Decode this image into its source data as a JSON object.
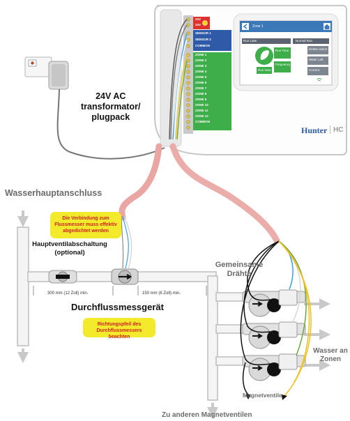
{
  "labels": {
    "transformer": "24V AC\ntransformator/\nplugpack",
    "main_supply": "Wasserhauptanschluss",
    "main_valve": "Hauptventilabschaltung\n(optional)",
    "flow_meter": "Durchflussmessgerät",
    "common_wires": "Gemeinsame\nDrähte",
    "water_to_zones": "Wasser an\nZonen",
    "solenoid_valves": "Magnetventile",
    "to_other_valves": "Zu anderen Magnetventilen"
  },
  "notes": {
    "sealed_connection": "Die Verbindung zum\nFlussmesser muss effektiv\nabgedichtet werden",
    "arrow_direction": "Richtungspfeil des\nDurchflussmessers beachten"
  },
  "dimensions": {
    "d1": "300 mm (12 Zoll) min.",
    "d2": "150 mm (6 Zoll) min."
  },
  "controller": {
    "terminals_top": [
      "24V",
      "24V"
    ],
    "sensor_terminals": [
      "SENSOR 1",
      "SENSOR 2",
      "COMMON"
    ],
    "zone_terminals": [
      "ZONE 1",
      "ZONE 2",
      "ZONE 3",
      "ZONE 4",
      "ZONE 5",
      "ZONE 6",
      "ZONE 7",
      "ZONE 8",
      "ZONE 9",
      "ZONE 10",
      "ZONE 11",
      "ZONE 12",
      "COMMON"
    ],
    "screen_title": "Zone 1",
    "screen_tabs": [
      "Run Later",
      "Normal Run"
    ],
    "screen_buttons": [
      "Run Time",
      "Frequency",
      "Run Now"
    ],
    "screen_side": [
      "Delete action",
      "Water Left",
      "Current"
    ],
    "brand": "Hunter",
    "model": "HC"
  },
  "colors": {
    "pipe_fill": "#f4f4f4",
    "pipe_stroke": "#bdbdbd",
    "cable_pink": "#e9a6a2",
    "controller_green": "#3dae49",
    "controller_red": "#e0302a",
    "sensor_blue": "#2e5aa8",
    "note_yellow": "#f4ea2c",
    "note_text": "#d21f1f",
    "label_gray": "#6b6b6b"
  }
}
